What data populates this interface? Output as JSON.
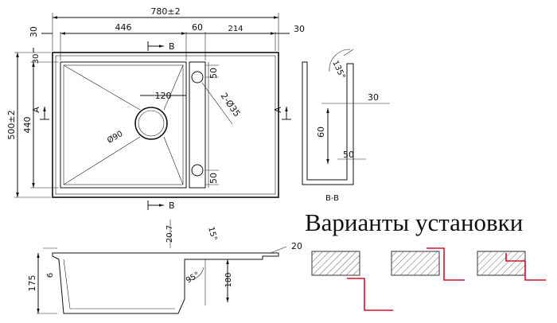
{
  "top_view": {
    "overall_width": "780±2",
    "left_margin": "30",
    "bowl_width": "446",
    "gap": "60",
    "drainer_width": "214",
    "right_margin": "30",
    "overall_height": "500±2",
    "bowl_height": "440",
    "top_offset": "30",
    "section_mark": "B",
    "side_mark": "A",
    "drain_dim": "120",
    "drain_diameter": "Ø90",
    "holes": "2-Ø35",
    "hole_offset_top": "50",
    "hole_offset_bottom": "50"
  },
  "section_bb": {
    "label": "B-B",
    "angle": "135°",
    "depth": "30",
    "offset": "60",
    "bottom": "50"
  },
  "front_view": {
    "height": "175",
    "lip": "6",
    "dim_a": "20.7",
    "angle_a": "15°",
    "angle_b": "95°",
    "depth": "180",
    "side": "20"
  },
  "install": {
    "title": "Варианты установки"
  }
}
